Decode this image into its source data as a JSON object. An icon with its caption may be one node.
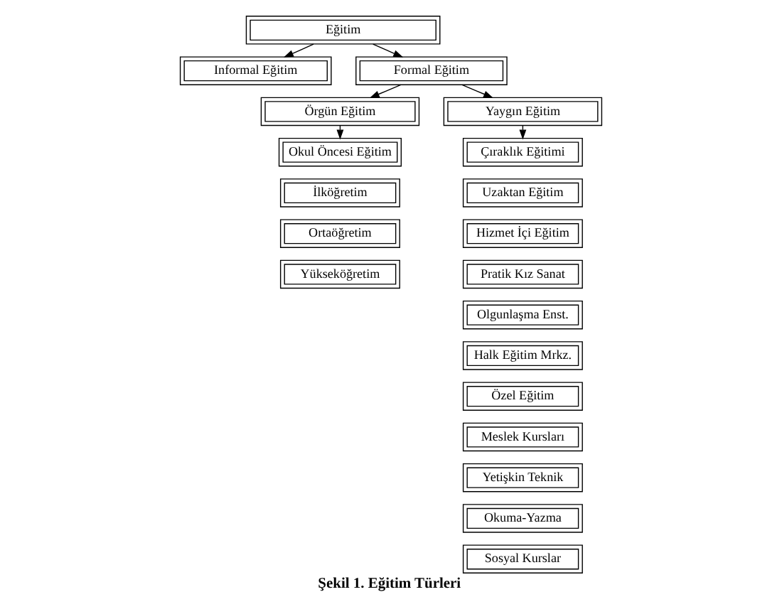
{
  "diagram": {
    "caption": "Şekil 1. Eğitim Türleri",
    "nodes": [
      {
        "text": [
          "Eğitim"
        ]
      },
      {
        "text": [
          "Informal Eğitim"
        ]
      },
      {
        "text": [
          "Formal Eğitim"
        ]
      },
      {
        "text": [
          "Örgün Eğitim"
        ]
      },
      {
        "text": [
          "Yaygın Eğitim"
        ]
      },
      {
        "text": [
          "Okul Öncesi Eğitim"
        ]
      },
      {
        "text": [
          "İlköğretim"
        ]
      },
      {
        "text": [
          "Ortaöğretim"
        ]
      },
      {
        "text": [
          "Yükseköğretim"
        ]
      },
      {
        "text": [
          "Çıraklık Eğitimi"
        ]
      },
      {
        "text": [
          "Uzaktan Eğitim"
        ]
      },
      {
        "text": [
          "Hizmet İçi Eğitim"
        ]
      },
      {
        "text": [
          "Pratik Kız Sanat"
        ]
      },
      {
        "text": [
          "Olgunlaşma Enst."
        ]
      },
      {
        "text": [
          "Halk Eğitim Mrkz."
        ]
      },
      {
        "text": [
          "Özel Eğitim"
        ]
      },
      {
        "text": [
          "Meslek Kursları"
        ]
      },
      {
        "text": [
          "Yetişkin Teknik"
        ]
      },
      {
        "text": [
          "Okuma-Yazma"
        ]
      },
      {
        "text": [
          "Sosyal Kurslar"
        ]
      }
    ],
    "edges": [
      {
        "from": 0,
        "to": 1,
        "arrow": "to"
      },
      {
        "from": 0,
        "to": 2,
        "arrow": "to"
      },
      {
        "from": 2,
        "to": 3,
        "arrow": "to"
      },
      {
        "from": 2,
        "to": 4,
        "arrow": "to"
      },
      {
        "from": 3,
        "to": 5,
        "arrow": "to"
      },
      {
        "from": 4,
        "to": 9,
        "arrow": "to"
      }
    ]
  }
}
